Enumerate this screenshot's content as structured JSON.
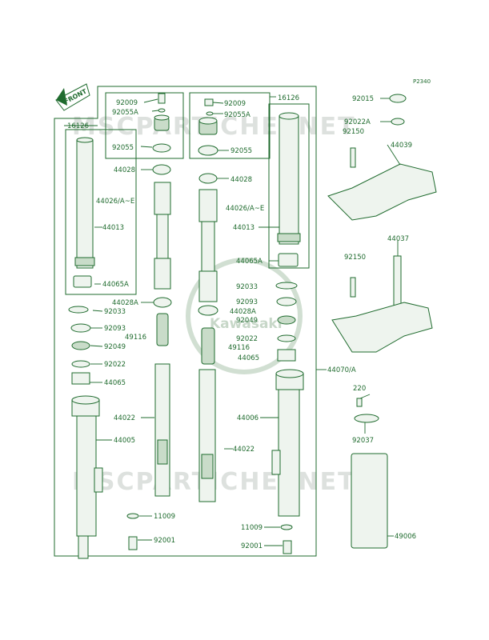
{
  "diagram": {
    "code": "P2340",
    "front_label": "FRONT",
    "logo_text": "Kawasaki",
    "watermark": "MSCPARTICHESNET",
    "labels": {
      "p92009_l": "92009",
      "p92055A_l": "92055A",
      "p92055_l": "92055",
      "p92009_r": "92009",
      "p92055A_r": "92055A",
      "p92055_r": "92055",
      "p16126_l": "16126",
      "p16126_r": "16126",
      "p44028_l": "44028",
      "p44028_r": "44028",
      "p44026_l": "44026/A~E",
      "p44026_r": "44026/A~E",
      "p44013_l": "44013",
      "p44013_r": "44013",
      "p44065A_l": "44065A",
      "p44065A_r": "44065A",
      "p44028A_l": "44028A",
      "p44028A_r": "44028A",
      "p92033_l": "92033",
      "p92033_r": "92033",
      "p92093_l": "92093",
      "p92093_r": "92093",
      "p49116_l": "49116",
      "p49116_r": "49116",
      "p92049_l": "92049",
      "p92049_r": "92049",
      "p92022_l": "92022",
      "p92022_r": "92022",
      "p44065_l": "44065",
      "p44065_r": "44065",
      "p44022_l": "44022",
      "p44022_r": "44022",
      "p44005": "44005",
      "p44006": "44006",
      "p44070A": "44070/A",
      "p11009_l": "11009",
      "p11009_r": "11009",
      "p92001_l": "92001",
      "p92001_r": "92001",
      "p92015": "92015",
      "p92022A": "92022A",
      "p92150_t": "92150",
      "p44039": "44039",
      "p44037": "44037",
      "p92150_b": "92150",
      "p220": "220",
      "p92037": "92037",
      "p49006": "49006"
    }
  }
}
